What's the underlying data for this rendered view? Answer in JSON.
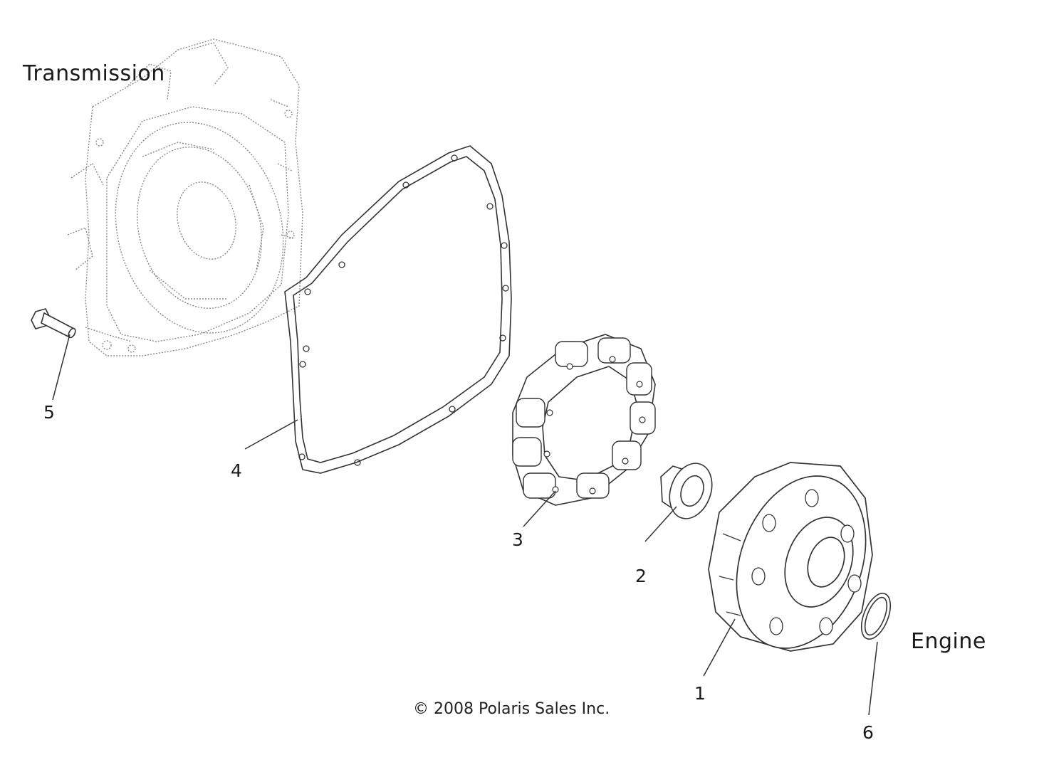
{
  "labels": {
    "transmission": "Transmission",
    "engine": "Engine",
    "copyright": "© 2008 Polaris Sales Inc."
  },
  "callouts": [
    "1",
    "2",
    "3",
    "4",
    "5",
    "6"
  ],
  "colors": {
    "line": "#333333",
    "light_line": "#8a8a8a",
    "fill": "#ffffff"
  }
}
